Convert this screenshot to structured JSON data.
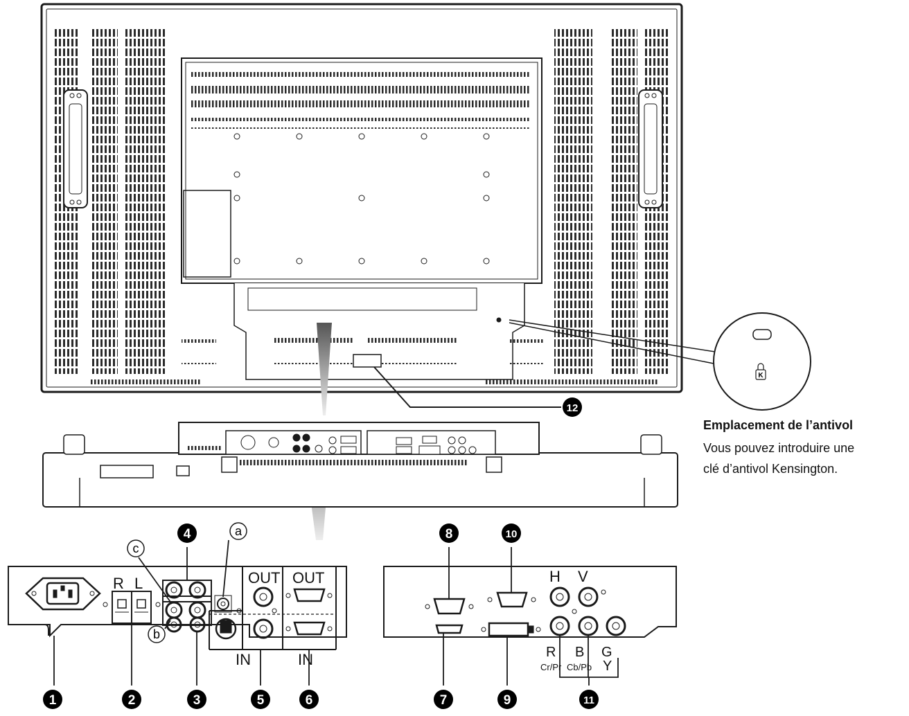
{
  "badges": [
    "1",
    "2",
    "3",
    "4",
    "5",
    "6",
    "7",
    "8",
    "9",
    "10",
    "11",
    "12"
  ],
  "circle_letters": [
    "a",
    "b",
    "c"
  ],
  "port_labels": {
    "out": "OUT",
    "in": "IN",
    "r": "R",
    "l": "L",
    "h": "H",
    "v": "V",
    "ypbpr_r": "R",
    "ypbpr_b": "B",
    "ypbpr_g": "G",
    "cr_pr": "Cr/Pr",
    "cb_pb": "Cb/Pb",
    "y": "Y"
  },
  "lock_callout": {
    "heading": "Emplacement de l’antivol",
    "line1": "Vous pouvez introduire une",
    "line2": "clé d’antivol Kensington.",
    "lock_glyph": "K"
  },
  "colors": {
    "ink": "#1a1a1a",
    "badge": "#000000",
    "grille": "#2b2b2b"
  }
}
